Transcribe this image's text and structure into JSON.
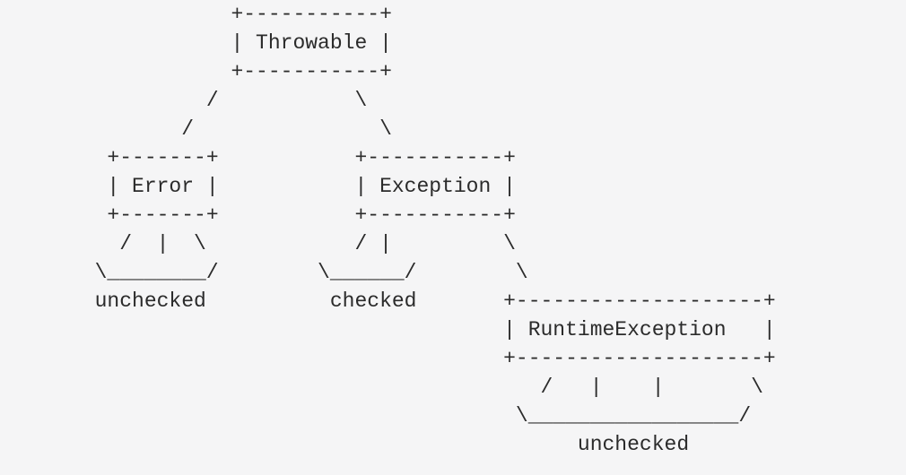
{
  "page": {
    "background_color": "#f5f5f6",
    "text_color": "#2b2b2b"
  },
  "diagram": {
    "description": "ASCII art diagram of the Java Throwable class hierarchy",
    "nodes": [
      "Throwable",
      "Error",
      "Exception",
      "RuntimeException"
    ],
    "group_labels": [
      "unchecked",
      "checked",
      "unchecked"
    ],
    "lines": [
      "                  +-----------+",
      "                  | Throwable |",
      "                  +-----------+",
      "                /           \\",
      "              /               \\",
      "        +-------+           +-----------+",
      "        | Error |           | Exception |",
      "        +-------+           +-----------+",
      "         /  |  \\            / |         \\",
      "       \\________/        \\______/        \\",
      "       unchecked          checked       +--------------------+",
      "                                        | RuntimeException   |",
      "                                        +--------------------+",
      "                                           /   |    |       \\",
      "                                         \\_________________/",
      "                                              unchecked"
    ]
  }
}
